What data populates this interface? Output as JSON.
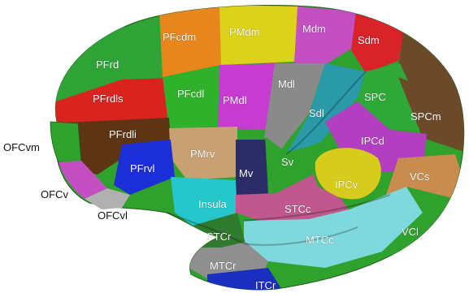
{
  "regions": [
    {
      "label": "PFcdm",
      "color": "#e7861d"
    },
    {
      "label": "PMdm",
      "color": "#dcd21a"
    },
    {
      "label": "Mdm",
      "color": "#c34fc3"
    },
    {
      "label": "Sdm",
      "color": "#d8232b"
    },
    {
      "label": "PFrd",
      "color": "#2fa335"
    },
    {
      "label": "PFrdls",
      "color": "#d8231f"
    },
    {
      "label": "PFcdl",
      "color": "#2fb12c"
    },
    {
      "label": "PMdl",
      "color": "#c83bd0"
    },
    {
      "label": "Mdl",
      "color": "#8a8a8a"
    },
    {
      "label": "Sdl",
      "color": "#2a9aa8"
    },
    {
      "label": "SPC",
      "color": "#2fa83a"
    },
    {
      "label": "SPCm",
      "color": "#6b4a2a"
    },
    {
      "label": "PFrdli",
      "color": "#5e3514"
    },
    {
      "label": "PMrv",
      "color": "#c8a072"
    },
    {
      "label": "Mv",
      "color": "#2c2c66"
    },
    {
      "label": "Sv",
      "color": "#2fa12d"
    },
    {
      "label": "IPCd",
      "color": "#b23ec0"
    },
    {
      "label": "PFrvl",
      "color": "#1c2fd6"
    },
    {
      "label": "IPCv",
      "color": "#d7cc1e"
    },
    {
      "label": "VCs",
      "color": "#c88c4e"
    },
    {
      "label": "Insula",
      "color": "#26c7cc"
    },
    {
      "label": "STCc",
      "color": "#c0588e"
    },
    {
      "label": "MTCc",
      "color": "#7fd8dc"
    },
    {
      "label": "VCl",
      "color": "#2fa12d"
    },
    {
      "label": "STCr",
      "color": "#2f7a2f"
    },
    {
      "label": "MTCr",
      "color": "#8f8f8f"
    },
    {
      "label": "ITCr",
      "color": "#1a2fc0"
    }
  ],
  "outside_labels": [
    "OFCvm",
    "OFCv",
    "OFCvl"
  ],
  "outside_colors": {
    "OFCvm": "#2fa12d",
    "OFCv": "#c34fc3",
    "OFCvl": "#b0b0b0"
  }
}
